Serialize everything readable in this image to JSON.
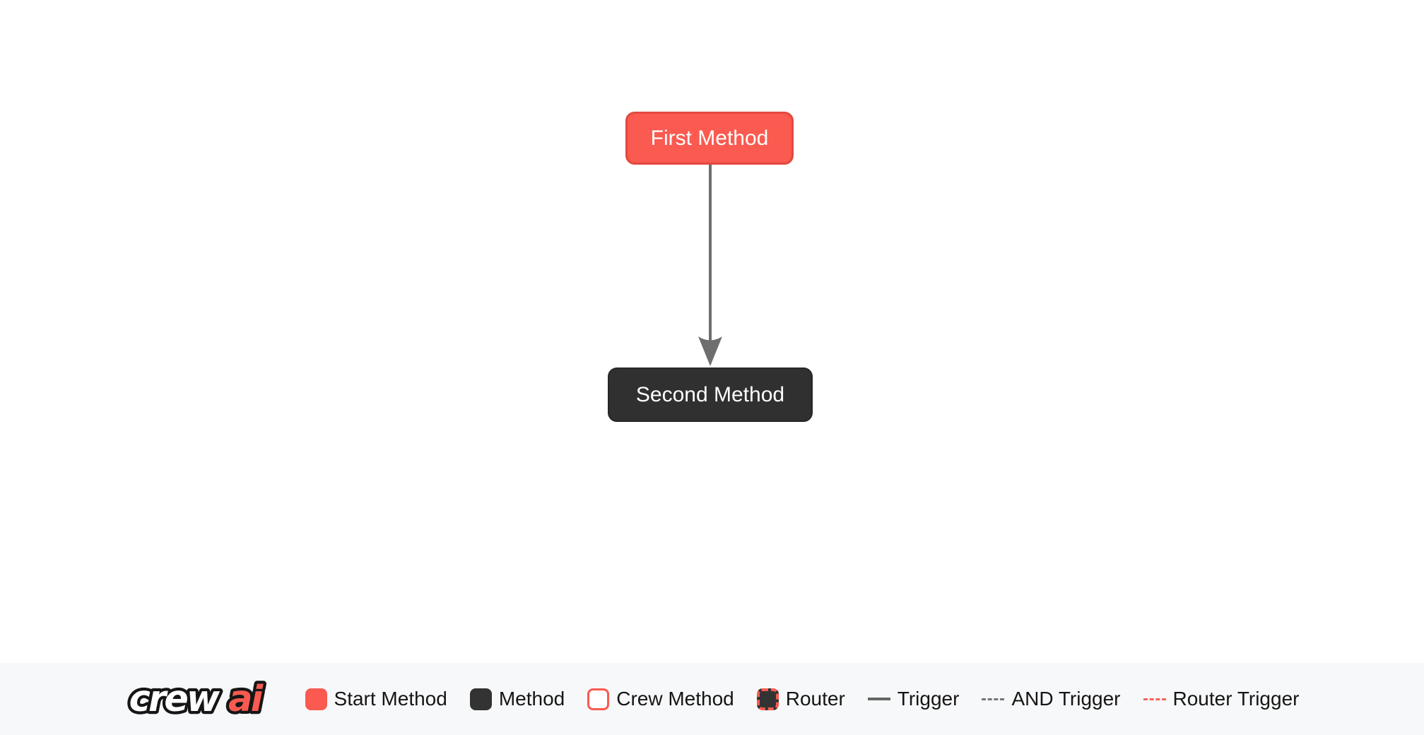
{
  "flow": {
    "nodes": [
      {
        "label": "First Method",
        "type": "start"
      },
      {
        "label": "Second Method",
        "type": "method"
      }
    ],
    "edges": [
      {
        "from": "First Method",
        "to": "Second Method",
        "type": "trigger"
      }
    ]
  },
  "legend": {
    "logo": {
      "part1": "crew",
      "part2": "ai"
    },
    "items": [
      {
        "label": "Start Method",
        "swatch": "start-node-square"
      },
      {
        "label": "Method",
        "swatch": "method-node-square"
      },
      {
        "label": "Crew Method",
        "swatch": "crew-node-square"
      },
      {
        "label": "Router",
        "swatch": "router-node-square"
      },
      {
        "label": "Trigger",
        "swatch": "solid-line"
      },
      {
        "label": "AND Trigger",
        "swatch": "dashed-gray-line"
      },
      {
        "label": "Router Trigger",
        "swatch": "dashed-red-line"
      }
    ]
  },
  "colors": {
    "start_node_fill": "#fa5a50",
    "start_node_border": "#e2493f",
    "method_node_fill": "#303030",
    "edge_gray": "#6e6e6e",
    "router_trigger_red": "#f8655a",
    "legend_background": "#f7f8f9",
    "canvas_background": "#ffffff",
    "legend_text": "#151515",
    "node_text": "#ffffff"
  }
}
